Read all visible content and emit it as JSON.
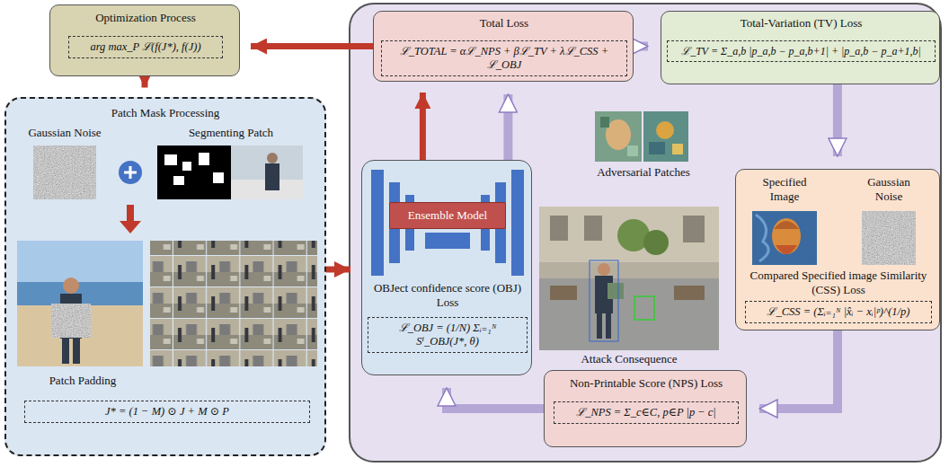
{
  "diagram": {
    "nodes": [
      {
        "text": [
          "Optimization Process",
          "arg max_P ℒ(f(J*), f(J))"
        ]
      },
      {
        "text": [
          "Patch Mask Processing",
          "Gaussian Noise",
          "Segmenting Patch",
          "Patch Padding",
          "J* = (1 − M) ⊙ J + M ⊙ P"
        ]
      },
      {
        "text": [
          "Total Loss",
          "ℒ_TOTAL = αℒ_NPS + βℒ_TV + λℒ_CSS + ℒ_OBJ"
        ]
      },
      {
        "text": [
          "Total-Variation (TV) Loss",
          "ℒ_TV = Σ_a,b |p_a,b − p_a,b+1| + |p_a,b − p_a+1,b|"
        ]
      },
      {
        "text": [
          "Specified Image",
          "Gaussian Noise",
          "Compared Specified image Similarity (CSS) Loss",
          "ℒ_CSS = (Σᵢ₌₁ᴺ |x̂ᵢ − xᵢ|ᵖ)^(1/p)"
        ]
      },
      {
        "text": [
          "Non-Printable Score (NPS) Loss",
          "ℒ_NPS = Σ_c∈C, p∈P |p − c|"
        ]
      },
      {
        "text": [
          "OBJect confidence score (OBJ) Loss",
          "ℒ_OBJ = (1/N) Σᵢ₌₁ᴺ Sⁱ_OBJ(J*, θ)"
        ]
      },
      {
        "text": [
          "Ensemble Model"
        ],
        "in": 6
      }
    ],
    "edges": [
      {
        "from": 2,
        "to": 0,
        "arrow": "to"
      },
      {
        "from": 0,
        "to": 1,
        "arrow": "to"
      },
      {
        "from": 1,
        "to": 6,
        "arrow": "to"
      },
      {
        "from": 6,
        "to": 2,
        "arrow": "to"
      },
      {
        "from": 2,
        "to": 3,
        "arrow": "to"
      },
      {
        "from": 3,
        "to": 4,
        "arrow": "to"
      },
      {
        "from": 4,
        "to": 5,
        "arrow": "to"
      },
      {
        "from": 5,
        "to": 6,
        "arrow": "to"
      },
      {
        "from": 6,
        "to": 2,
        "arrow": "to"
      }
    ],
    "labels": [
      "Adversarial Patches",
      "Attack Consequence"
    ]
  }
}
